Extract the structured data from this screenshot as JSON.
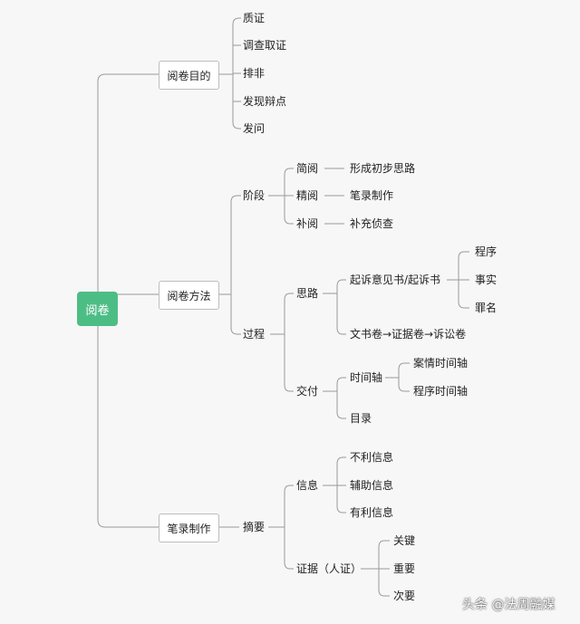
{
  "root": "阅卷",
  "l1": {
    "purpose": "阅卷目的",
    "method": "阅卷方法",
    "notes": "笔录制作"
  },
  "purpose_items": [
    "质证",
    "调查取证",
    "排非",
    "发现辩点",
    "发问"
  ],
  "method": {
    "stage": "阶段",
    "stage_items": [
      {
        "label": "简阅",
        "result": "形成初步思路"
      },
      {
        "label": "精阅",
        "result": "笔录制作"
      },
      {
        "label": "补阅",
        "result": "补充侦查"
      }
    ],
    "process": "过程",
    "thinking": "思路",
    "indictment": "起诉意见书/起诉书",
    "indictment_items": [
      "程序",
      "事实",
      "罪名"
    ],
    "volumes": "文书卷→证据卷→诉讼卷",
    "delivery": "交付",
    "timeline": "时间轴",
    "timeline_items": [
      "案情时间轴",
      "程序时间轴"
    ],
    "catalog": "目录"
  },
  "notes": {
    "summary": "摘要",
    "info": "信息",
    "info_items": [
      "不利信息",
      "辅助信息",
      "有利信息"
    ],
    "evidence": "证据（人证）",
    "evidence_items": [
      "关键",
      "重要",
      "次要"
    ]
  },
  "watermark": "头条 @法周融媒"
}
